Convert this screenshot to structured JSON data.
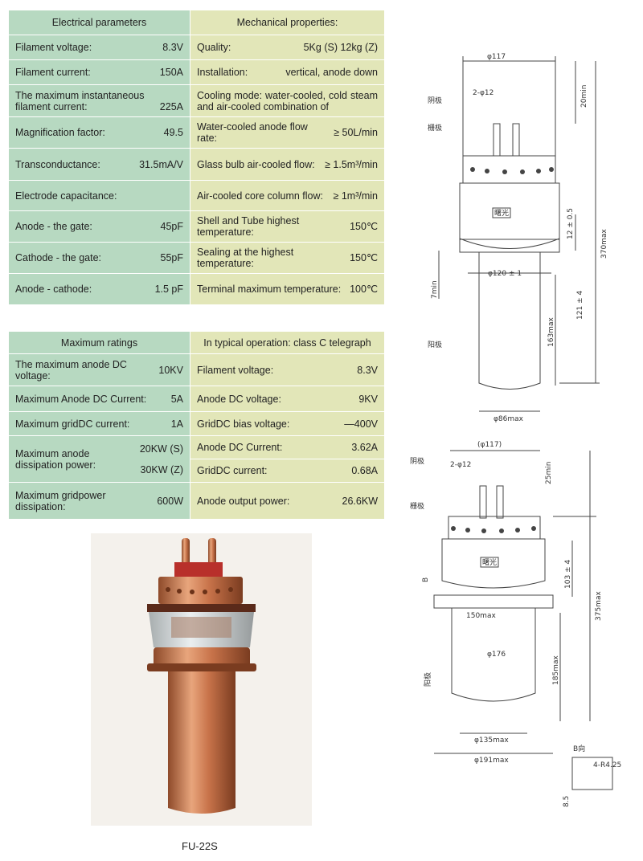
{
  "electrical": {
    "header_left": "Electrical parameters",
    "header_right": "Mechanical properties:",
    "rows": [
      {
        "left_label": "Filament voltage:",
        "left_value": "8.3V",
        "right_label": "Quality:",
        "right_value": "5Kg (S) 12kg (Z)"
      },
      {
        "left_label": "Filament current:",
        "left_value": "150A",
        "right_label": "Installation:",
        "right_value": "vertical, anode down"
      },
      {
        "left_label": "The maximum instantaneous filament current:",
        "left_value": "225A",
        "right_label": "Cooling mode:  water-cooled, cold steam and air-cooled combination of",
        "right_value": ""
      },
      {
        "left_label": "Magnification factor:",
        "left_value": "49.5",
        "right_label": "Water-cooled anode flow rate:",
        "right_value": "≥ 50L/min"
      },
      {
        "left_label": "Transconductance:",
        "left_value": "31.5mA/V",
        "right_label": "Glass bulb air-cooled flow:",
        "right_value": "≥ 1.5m³/min"
      },
      {
        "left_label": "Electrode capacitance:",
        "left_value": "",
        "right_label": "Air-cooled core column flow:",
        "right_value": "≥ 1m³/min"
      },
      {
        "left_label": "Anode - the gate:",
        "left_value": "45pF",
        "right_label": "Shell and Tube highest temperature:",
        "right_value": "150℃"
      },
      {
        "left_label": "Cathode - the gate:",
        "left_value": "55pF",
        "right_label": "Sealing at the highest temperature:",
        "right_value": "150℃"
      },
      {
        "left_label": "Anode - cathode:",
        "left_value": "1.5 pF",
        "right_label": "Terminal maximum temperature:",
        "right_value": "100℃"
      }
    ]
  },
  "ratings": {
    "header_left": "Maximum ratings",
    "header_right": "In typical operation: class C telegraph",
    "rows": [
      {
        "left_label": "The maximum anode DC voltage:",
        "left_value": "10KV",
        "right_label": "Filament voltage:",
        "right_value": "8.3V"
      },
      {
        "left_label": "Maximum Anode DC Current:",
        "left_value": "5A",
        "right_label": "Anode DC voltage:",
        "right_value": "9KV"
      },
      {
        "left_label": "Maximum gridDC current:",
        "left_value": "1A",
        "right_label": "GridDC bias voltage:",
        "right_value": "—400V"
      },
      {
        "left_label": "Maximum anode dissipation power:",
        "left_value": "20KW (S)\n30KW (Z)",
        "right_label": "Anode DC Current:",
        "right_value": "3.62A"
      },
      {
        "left_label": "",
        "left_value": "",
        "right_label": "GridDC current:",
        "right_value": "0.68A"
      },
      {
        "left_label": "Maximum gridpower dissipation:",
        "left_value": "600W",
        "right_label": "Anode output power:",
        "right_value": "26.6KW"
      }
    ]
  },
  "photo_caption": "FU-22S",
  "drawing_top": {
    "dim_top_width": "φ117",
    "dim_pin": "2-φ12",
    "label_cathode": "阴极",
    "label_grid": "栅极",
    "label_anode": "阳极",
    "label_maker": "曙光",
    "dim_20": "20min",
    "dim_12": "12 ± 0.5",
    "dim_370": "370max",
    "dim_120": "φ120 ± 1",
    "dim_7": "7min",
    "dim_121": "121 ± 4",
    "dim_163": "163max",
    "dim_86": "φ86max"
  },
  "drawing_bottom": {
    "dim_top_width": "(φ117)",
    "dim_pin": "2-φ12",
    "label_cathode": "阴极",
    "label_grid": "栅极",
    "label_anode": "阳极",
    "label_maker": "曙光",
    "dim_25": "25min",
    "dim_103": "103 ± 4",
    "dim_375": "375max",
    "dim_b": "B",
    "dim_150": "150max",
    "dim_176": "φ176",
    "dim_185": "185max",
    "dim_135": "φ135max",
    "dim_191": "φ191max",
    "detail_label": "B向",
    "detail_r": "4-R4.25",
    "detail_85": "8.5"
  },
  "colors": {
    "left_cell": "#b7d9c1",
    "right_cell": "#e2e6b8",
    "copper": "#c8734a"
  }
}
